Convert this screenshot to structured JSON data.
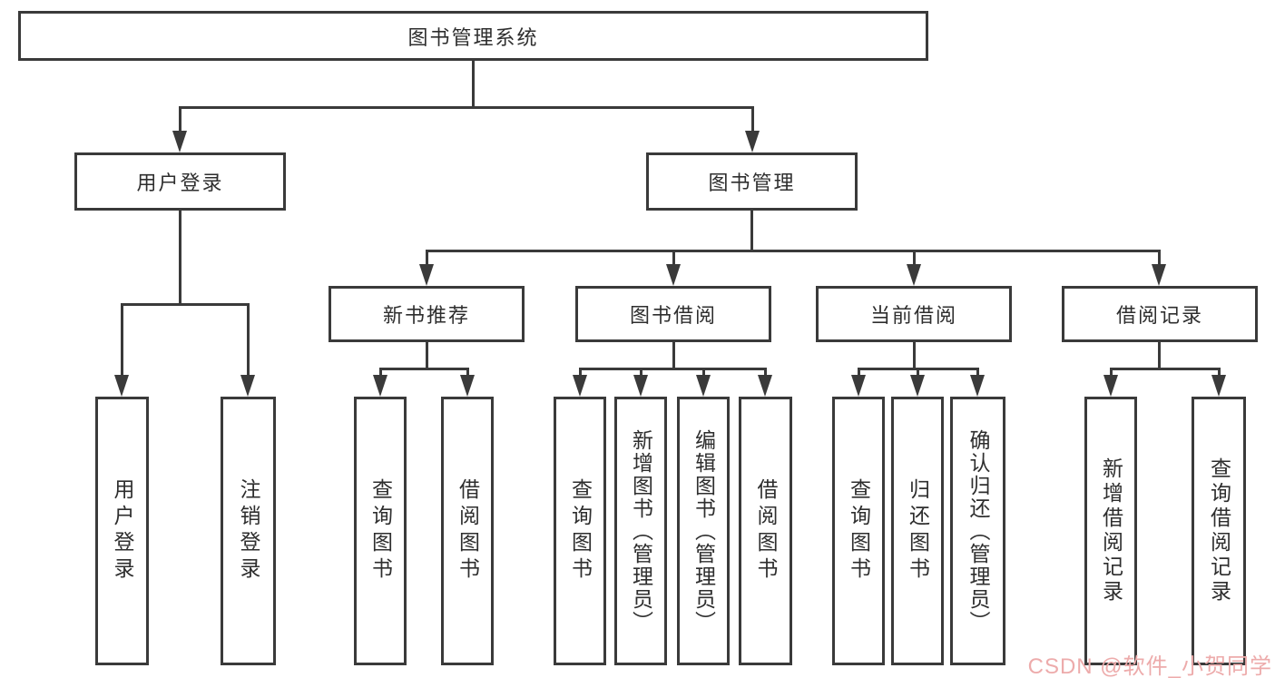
{
  "nodes": {
    "root": {
      "label": "图书管理系统"
    },
    "level2": {
      "user_login": {
        "label": "用户登录"
      },
      "book_mgmt": {
        "label": "图书管理"
      }
    },
    "level3": {
      "new_book_rec": {
        "label": "新书推荐"
      },
      "book_borrow": {
        "label": "图书借阅"
      },
      "current_borrow": {
        "label": "当前借阅"
      },
      "borrow_records": {
        "label": "借阅记录"
      }
    },
    "leaves": {
      "user_login": {
        "label": "用户登录"
      },
      "logout": {
        "label": "注销登录"
      },
      "query_book_new": {
        "label": "查询图书"
      },
      "borrow_book_new": {
        "label": "借阅图书"
      },
      "query_book_borrow": {
        "label": "查询图书"
      },
      "add_book_admin": {
        "label": "新增图书（管理员）"
      },
      "edit_book_admin": {
        "label": "编辑图书（管理员）"
      },
      "borrow_book_borrow": {
        "label": "借阅图书"
      },
      "query_book_current": {
        "label": "查询图书"
      },
      "return_book": {
        "label": "归还图书"
      },
      "confirm_return_admin": {
        "label": "确认归还（管理员）"
      },
      "add_borrow_record": {
        "label": "新增借阅记录"
      },
      "query_borrow_record": {
        "label": "查询借阅记录"
      }
    }
  },
  "watermark": {
    "text": "CSDN @软件_小贺同学",
    "color": "#edabab"
  },
  "colors": {
    "line": "#3a3a3a",
    "text": "#2e2e2e",
    "background": "#ffffff"
  }
}
